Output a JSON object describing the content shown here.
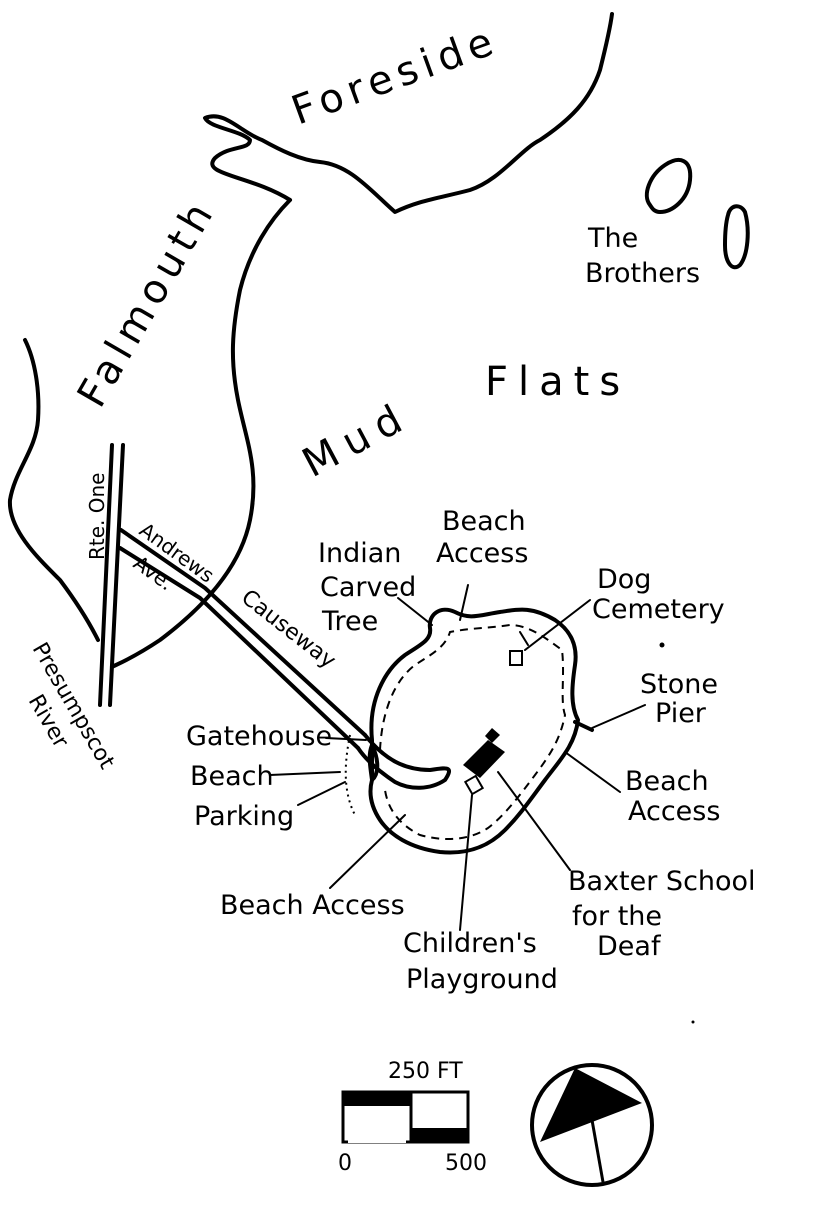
{
  "regions": {
    "foreside": "Foreside",
    "falmouth": "Falmouth",
    "mud_flats_1": "Mud",
    "mud_flats_2": "Flats",
    "the_brothers_1": "The",
    "the_brothers_2": "Brothers",
    "presumpscot_1": "Presumpscot",
    "presumpscot_2": "River"
  },
  "roads": {
    "rte_one": "Rte. One",
    "andrews": "Andrews",
    "ave": "Ave.",
    "causeway": "Causeway"
  },
  "features": {
    "indian_tree": [
      "Indian",
      "Carved",
      "Tree"
    ],
    "beach_access_north": [
      "Beach",
      "Access"
    ],
    "dog_cemetery": [
      "Dog",
      "Cemetery"
    ],
    "stone_pier": [
      "Stone",
      "Pier"
    ],
    "beach_access_east": [
      "Beach",
      "Access"
    ],
    "gatehouse": "Gatehouse",
    "beach_parking": [
      "Beach",
      "Parking"
    ],
    "beach_access_south": "Beach Access",
    "playground": [
      "Children's",
      "Playground"
    ],
    "baxter_school": [
      "Baxter School",
      "for the",
      "Deaf"
    ]
  },
  "scale": {
    "unit_label": "250  FT",
    "zero": "0",
    "max": "500"
  },
  "colors": {
    "ink": "#000000",
    "paper": "#ffffff"
  }
}
